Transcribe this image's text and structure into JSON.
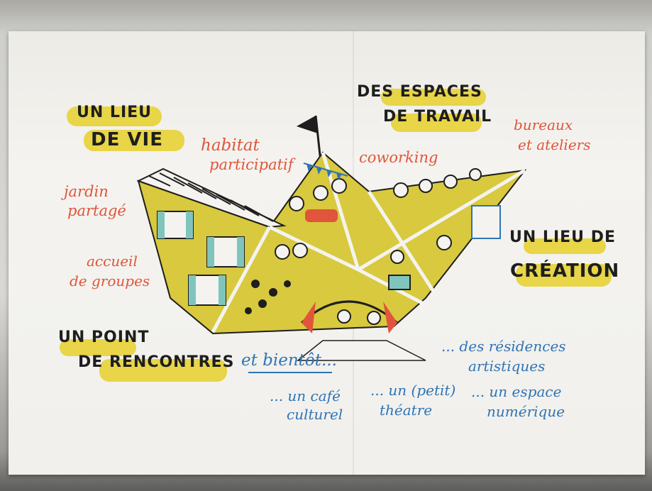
{
  "poster": {
    "headings": {
      "lieu_de_vie_1": "UN LIEU",
      "lieu_de_vie_2": "DE VIE",
      "espaces_1": "DES ESPACES",
      "espaces_2": "DE TRAVAIL",
      "creation_1": "UN LIEU DE",
      "creation_2": "CRÉATION",
      "rencontres_1": "UN POINT",
      "rencontres_2": "DE RENCONTRES"
    },
    "notes": {
      "habitat_1": "habitat",
      "habitat_2": "participatif",
      "jardin_1": "jardin",
      "jardin_2": "partagé",
      "accueil_1": "accueil",
      "accueil_2": "de groupes",
      "coworking": "coworking",
      "bureaux_1": "bureaux",
      "bureaux_2": "et ateliers"
    },
    "bientot": {
      "title": "et bientôt...",
      "residences_1": "... des résidences",
      "residences_2": "artistiques",
      "cafe_1": "... un café",
      "cafe_2": "culturel",
      "theatre_1": "... un (petit)",
      "theatre_2": "théatre",
      "numerique_1": "... un espace",
      "numerique_2": "numérique"
    }
  },
  "colors": {
    "highlight": "#e7d23a",
    "boat": "#d8c93e",
    "ink": "#1e1e1e",
    "red_marker": "#e0553b",
    "blue_marker": "#2f74b6"
  }
}
